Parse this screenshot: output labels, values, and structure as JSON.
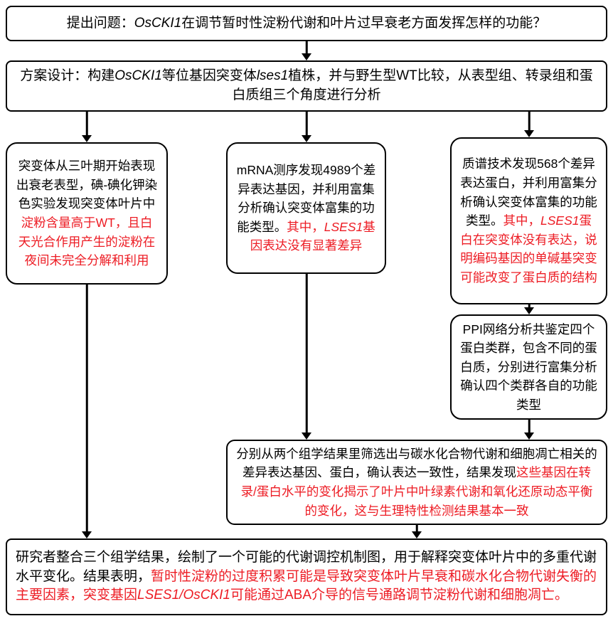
{
  "colors": {
    "background": "#ffffff",
    "text": "#000000",
    "border": "#000000",
    "highlight": "#ed1c24"
  },
  "nodes": {
    "question": {
      "segments": [
        {
          "text": "提出问题："
        },
        {
          "text": "OsCKI1",
          "italic": true
        },
        {
          "text": "在调节暂时性淀粉代谢和叶片过早衰老方面发挥怎样的功能？"
        }
      ]
    },
    "design": {
      "segments": [
        {
          "text": "方案设计：构建"
        },
        {
          "text": "OsCKI1",
          "italic": true
        },
        {
          "text": "等位基因突变体"
        },
        {
          "text": "lses1",
          "italic": true
        },
        {
          "text": "植株，并与野生型WT比较，从表型组、转录组和蛋白质组三个角度进行分析"
        }
      ]
    },
    "phenotype": {
      "segments": [
        {
          "text": "突变体从三叶期开始表现出衰老表型，碘-碘化钾染色实验发现突变体叶片中"
        },
        {
          "text": "淀粉含量高于WT，且白天光合作用产生的淀粉在夜间未完全分解和利用",
          "red": true
        }
      ]
    },
    "transcriptome": {
      "segments": [
        {
          "text": "mRNA测序发现4989个差异表达基因，并利用富集分析确认突变体富集的功能类型。"
        },
        {
          "text": "其中，",
          "red": true
        },
        {
          "text": "LSES1",
          "red": true,
          "italic": true
        },
        {
          "text": "基因表达没有显著差异",
          "red": true
        }
      ]
    },
    "proteome": {
      "segments": [
        {
          "text": "质谱技术发现568个差异表达蛋白，并利用富集分析确认突变体富集的功能类型。"
        },
        {
          "text": "其中，",
          "red": true
        },
        {
          "text": "LSES1",
          "red": true,
          "italic": true
        },
        {
          "text": "蛋白在突变体没有表达，说明编码基因的单碱基突变可能改变了蛋白质的结构",
          "red": true
        }
      ]
    },
    "ppi": {
      "segments": [
        {
          "text": "PPI网络分析共鉴定四个蛋白类群，包含不同的蛋白质，分别进行富集分析确认四个类群各自的功能类型"
        }
      ]
    },
    "integration": {
      "segments": [
        {
          "text": "分别从两个组学结果里筛选出与碳水化合物代谢和细胞凋亡相关的差异表达基因、蛋白，确认表达一致性，结果发现"
        },
        {
          "text": "这些基因在转录/蛋白水平的变化揭示了叶片中叶绿素代谢和氧化还原动态平衡的变化，这与生理特性检测结果基本一致",
          "red": true
        }
      ]
    },
    "conclusion": {
      "segments": [
        {
          "text": "研究者整合三个组学结果，绘制了一个可能的代谢调控机制图，用于解释突变体叶片中的多重代谢水平变化。结果表明，"
        },
        {
          "text": "暂时性淀粉的过度积累可能是导致突变体叶片早衰和碳水化合物代谢失衡的主要因素，突变基因",
          "red": true
        },
        {
          "text": "LSES1/OsCKI1",
          "red": true,
          "italic": true
        },
        {
          "text": "可能通过ABA介导的信号通路调节淀粉代谢和细胞凋亡。",
          "red": true
        }
      ]
    }
  }
}
